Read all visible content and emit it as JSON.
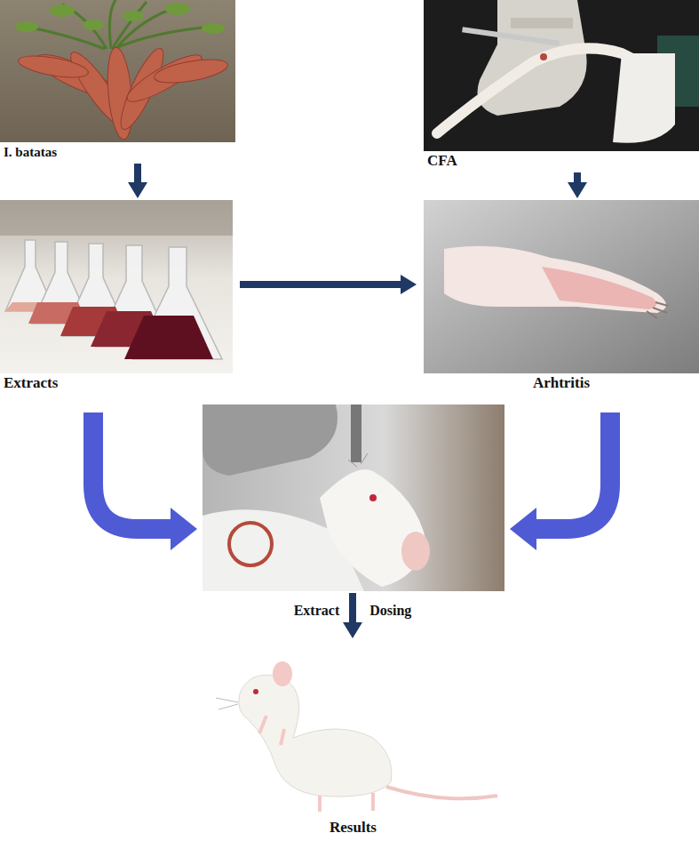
{
  "diagram": {
    "nodes": [
      {
        "text": [
          "I. batatas"
        ]
      },
      {
        "text": [
          "CFA"
        ]
      },
      {
        "text": [
          "Extracts"
        ]
      },
      {
        "text": [
          "Arhtritis"
        ]
      },
      {
        "text": []
      },
      {
        "text": [
          "Results"
        ]
      }
    ],
    "edges": [
      {
        "from": 0,
        "to": 2,
        "arrow": "to"
      },
      {
        "from": 1,
        "to": 3,
        "arrow": "to"
      },
      {
        "from": 2,
        "to": 3,
        "arrow": "to"
      },
      {
        "from": 2,
        "to": 4,
        "arrow": "to"
      },
      {
        "from": 3,
        "to": 4,
        "arrow": "to"
      },
      {
        "from": 4,
        "to": 5,
        "arrow": "to",
        "label": "Extract Dosing"
      }
    ]
  }
}
